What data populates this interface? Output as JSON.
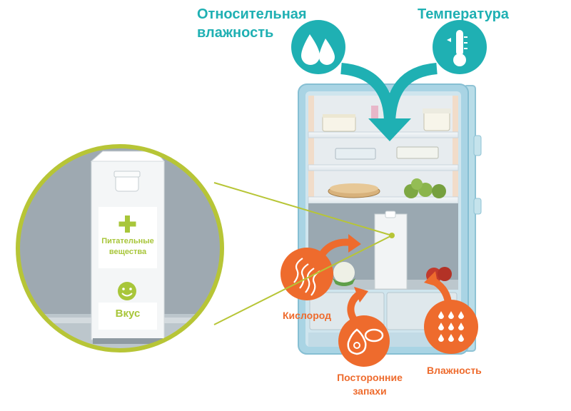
{
  "labels": {
    "relative_humidity": [
      "Относительная",
      "влажность"
    ],
    "temperature": "Температура",
    "oxygen": "Кислород",
    "foreign_odors": [
      "Посторонние",
      "запахи"
    ],
    "moisture": "Влажность",
    "nutrients": [
      "Питательные",
      "вещества"
    ],
    "taste": "Вкус"
  },
  "colors": {
    "teal": "#1fb0b3",
    "orange": "#ee6b2d",
    "lime": "#a8c63a",
    "fridge_frame": "#a9d4e4",
    "fridge_interior": "#9aa8b1",
    "zoom_bg": "#9ea9b1"
  },
  "icons": [
    "water-drops-icon",
    "thermometer-icon",
    "airflow-icon",
    "onion-icon",
    "rain-drops-icon",
    "plus-icon",
    "smiley-icon"
  ]
}
